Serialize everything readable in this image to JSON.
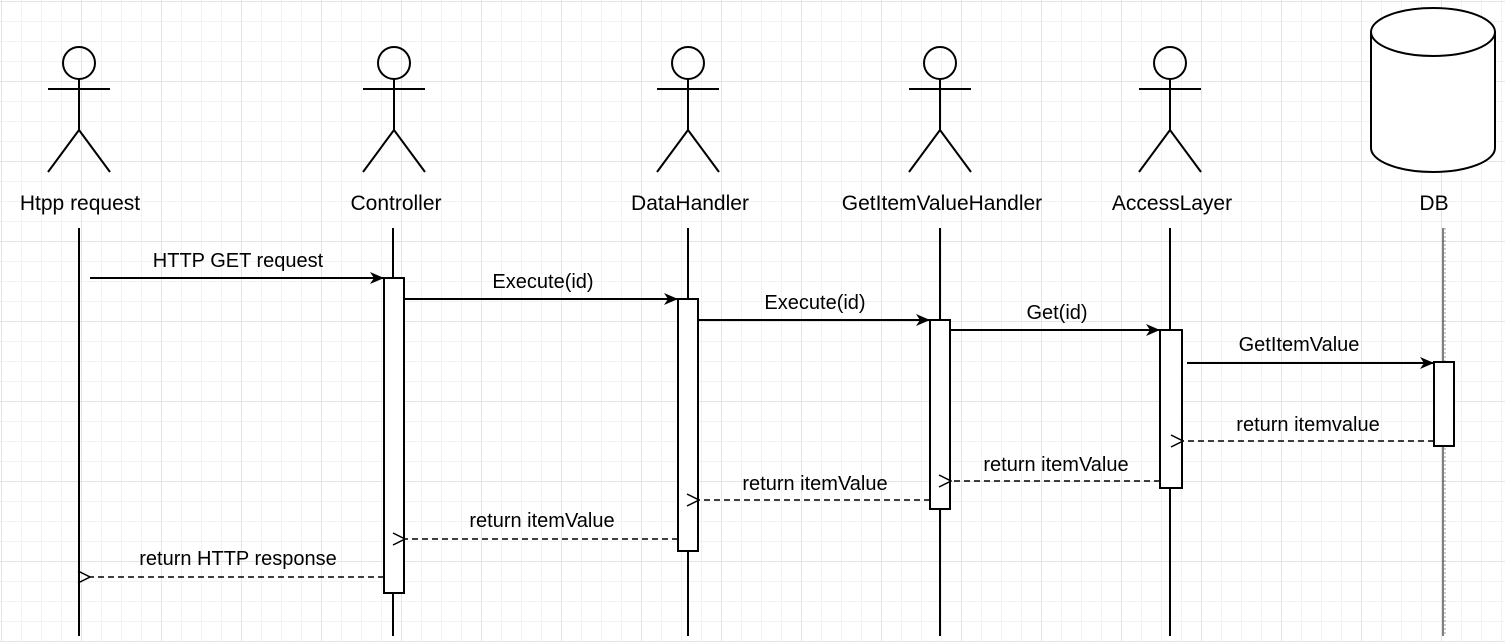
{
  "participants": [
    {
      "id": "http",
      "label": "Htpp request",
      "kind": "actor"
    },
    {
      "id": "controller",
      "label": "Controller",
      "kind": "actor"
    },
    {
      "id": "datahandler",
      "label": "DataHandler",
      "kind": "actor"
    },
    {
      "id": "getitem",
      "label": "GetItemValueHandler",
      "kind": "actor"
    },
    {
      "id": "access",
      "label": "AccessLayer",
      "kind": "actor"
    },
    {
      "id": "db",
      "label": "DB",
      "kind": "database"
    }
  ],
  "messages": [
    {
      "label": "HTTP GET request",
      "from": "http",
      "to": "controller",
      "type": "sync"
    },
    {
      "label": "Execute(id)",
      "from": "controller",
      "to": "datahandler",
      "type": "sync"
    },
    {
      "label": "Execute(id)",
      "from": "datahandler",
      "to": "getitem",
      "type": "sync"
    },
    {
      "label": "Get(id)",
      "from": "getitem",
      "to": "access",
      "type": "sync"
    },
    {
      "label": "GetItemValue",
      "from": "access",
      "to": "db",
      "type": "sync"
    },
    {
      "label": "return itemvalue",
      "from": "db",
      "to": "access",
      "type": "return"
    },
    {
      "label": "return itemValue",
      "from": "access",
      "to": "getitem",
      "type": "return"
    },
    {
      "label": "return itemValue",
      "from": "getitem",
      "to": "datahandler",
      "type": "return"
    },
    {
      "label": "return itemValue",
      "from": "datahandler",
      "to": "controller",
      "type": "return"
    },
    {
      "label": "return HTTP response",
      "from": "controller",
      "to": "http",
      "type": "return"
    }
  ]
}
